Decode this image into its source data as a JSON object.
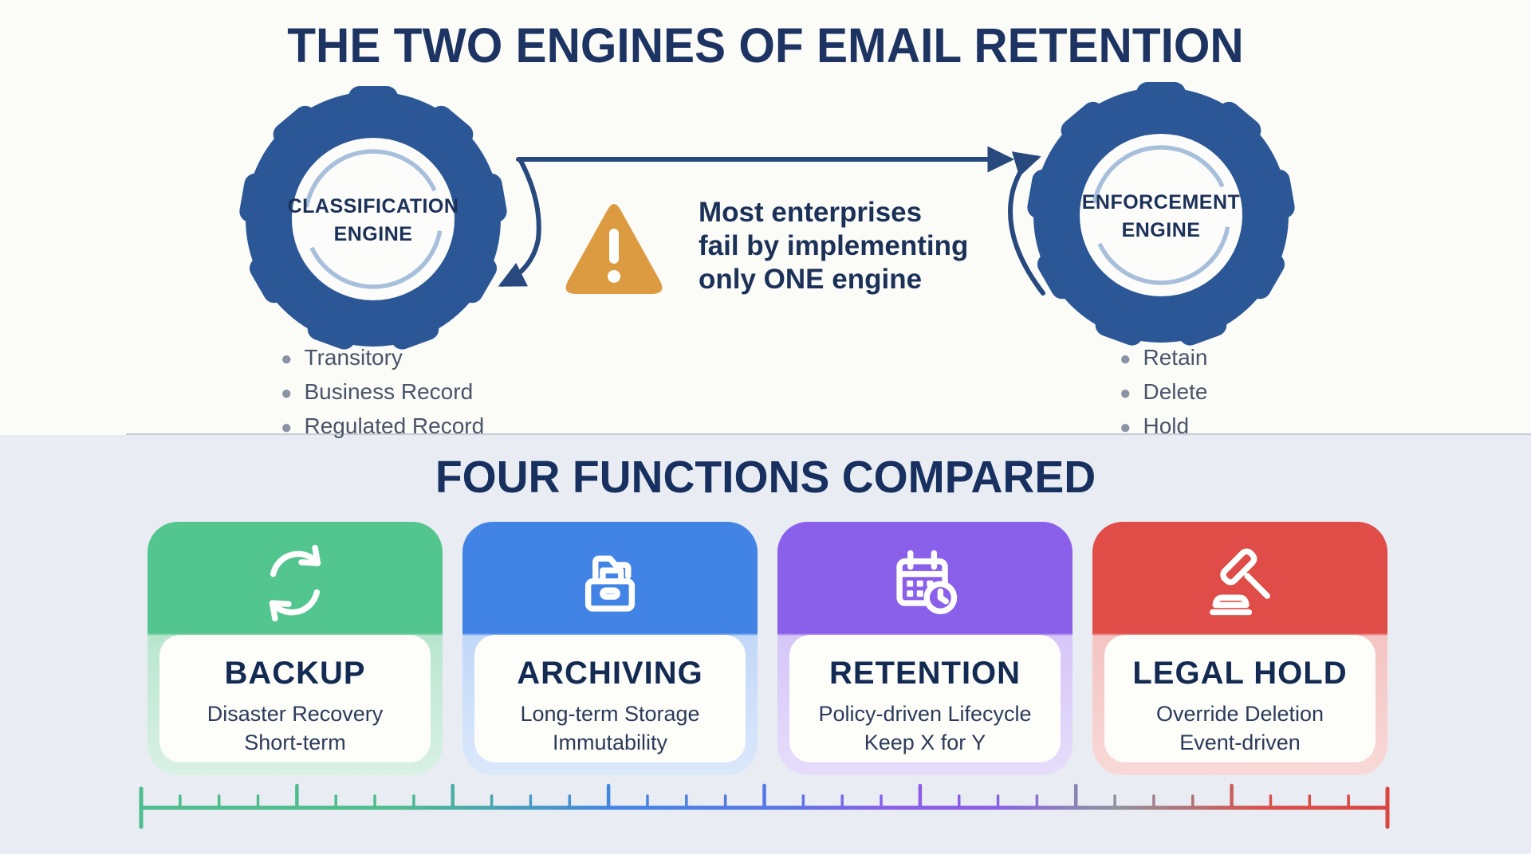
{
  "page": {
    "title": "THE TWO ENGINES OF EMAIL RETENTION",
    "section2_title": "FOUR FUNCTIONS COMPARED"
  },
  "engines": {
    "left": {
      "label_line1": "CLASSIFICATION",
      "label_line2": "ENGINE",
      "bullets": [
        "Transitory",
        "Business Record",
        "Regulated Record"
      ]
    },
    "right": {
      "label_line1": "ENFORCEMENT",
      "label_line2": "ENGINE",
      "bullets": [
        "Retain",
        "Delete",
        "Hold"
      ]
    },
    "warning": {
      "icon": "warning-triangle-icon",
      "lines": [
        "Most enterprises",
        "fail by implementing",
        "only ONE engine"
      ]
    }
  },
  "functions": [
    {
      "name": "BACKUP",
      "icon": "sync-icon",
      "color": "#53c58e",
      "lines": [
        "Disaster Recovery",
        "Short-term"
      ]
    },
    {
      "name": "ARCHIVING",
      "icon": "archive-box-icon",
      "color": "#4283e6",
      "lines": [
        "Long-term Storage",
        "Immutability"
      ]
    },
    {
      "name": "RETENTION",
      "icon": "calendar-clock-icon",
      "color": "#8a5fea",
      "lines": [
        "Policy-driven Lifecycle",
        "Keep X for Y"
      ]
    },
    {
      "name": "LEGAL HOLD",
      "icon": "gavel-icon",
      "color": "#e04c47",
      "lines": [
        "Override Deletion",
        "Event-driven"
      ]
    }
  ],
  "colors": {
    "navy_text": "#1d3463",
    "gear_blue": "#2c5796",
    "gear_inner_ring": "#a8bfdc",
    "arrow_navy": "#27497e",
    "warning_orange": "#dd9b41",
    "top_background": "#fbfbf8",
    "bottom_background": "#e9edf3",
    "ruler_gradient": [
      "#4dbd8b",
      "#4285e2",
      "#8a5de8",
      "#8d93a0",
      "#d9453f"
    ]
  }
}
